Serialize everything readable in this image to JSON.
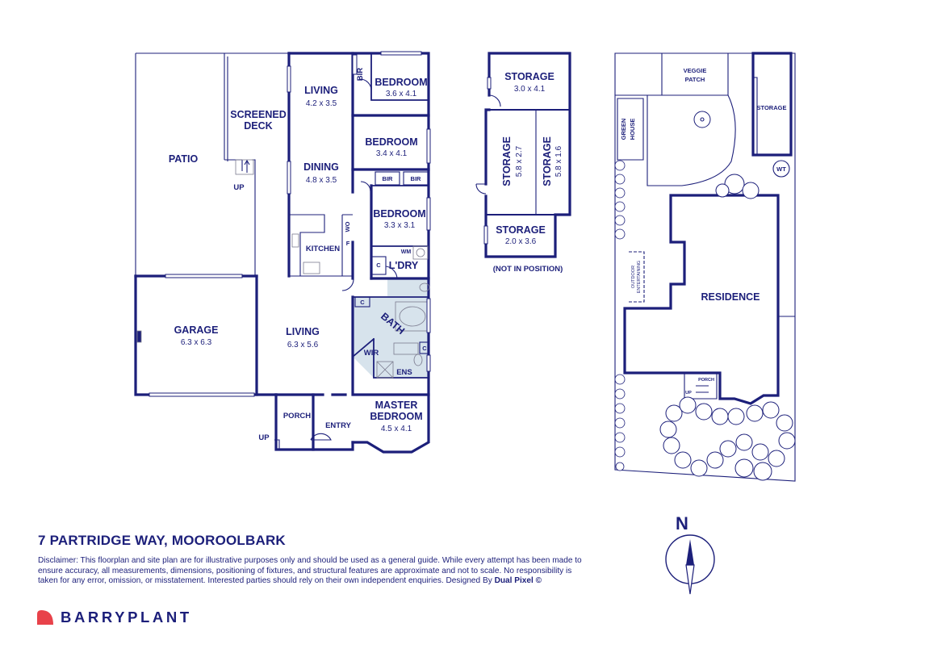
{
  "floorplan": {
    "rooms": {
      "patio": {
        "name": "PATIO"
      },
      "screened_deck": {
        "line1": "SCREENED",
        "line2": "DECK"
      },
      "living_upper": {
        "name": "LIVING",
        "size": "4.2 x 3.5"
      },
      "dining": {
        "name": "DINING",
        "size": "4.8 x 3.5"
      },
      "kitchen": {
        "name": "KITCHEN"
      },
      "bedroom_1": {
        "name": "BEDROOM",
        "size": "3.6 x 4.1"
      },
      "bedroom_2": {
        "name": "BEDROOM",
        "size": "3.4 x 4.1"
      },
      "bedroom_3": {
        "name": "BEDROOM",
        "size": "3.3 x 3.1"
      },
      "laundry": {
        "name": "L'DRY"
      },
      "bath": {
        "name": "BATH"
      },
      "ensuite": {
        "name": "ENS"
      },
      "wir": {
        "name": "WIR"
      },
      "garage": {
        "name": "GARAGE",
        "size": "6.3 x 6.3"
      },
      "living_lower": {
        "name": "LIVING",
        "size": "6.3 x 5.6"
      },
      "master_bedroom": {
        "line1": "MASTER",
        "line2": "BEDROOM",
        "size": "4.5 x 4.1"
      },
      "porch": {
        "name": "PORCH"
      },
      "entry": {
        "name": "ENTRY"
      }
    },
    "small_labels": {
      "bir_top": "BIR",
      "bir_left": "BIR",
      "bir_right": "BIR",
      "wo": "WO",
      "fridge": "F",
      "wm": "WM",
      "c_laundry": "C",
      "c_bath": "C",
      "c_ensuite": "C",
      "up_deck": "UP",
      "up_porch": "UP"
    }
  },
  "storage_plan": {
    "storage_top": {
      "name": "STORAGE",
      "size": "3.0 x 4.1"
    },
    "storage_mid_left": {
      "name": "STORAGE",
      "size": "5.8 x 2.7"
    },
    "storage_mid_right": {
      "name": "STORAGE",
      "size": "5.8 x 1.6"
    },
    "storage_bottom": {
      "name": "STORAGE",
      "size": "2.0 x 3.6"
    },
    "note": "(NOT IN POSITION)"
  },
  "site_plan": {
    "veggie_line1": "VEGGIE",
    "veggie_line2": "PATCH",
    "green_line1": "GREEN",
    "green_line2": "HOUSE",
    "storage": "STORAGE",
    "wt": "WT",
    "residence": "RESIDENCE",
    "outdoor_line1": "OUTDOOR",
    "outdoor_line2": "ENTERTAINING",
    "porch": "PORCH",
    "up": "UP"
  },
  "compass": {
    "label": "N"
  },
  "address": "7 PARTRIDGE WAY, MOOROOLBARK",
  "disclaimer": {
    "text": "Disclaimer: This floorplan and site plan are for illustrative purposes only and should be used as a general guide. While every attempt has been made to ensure accuracy, all measurements, dimensions, positioning of fixtures, and structural features are approximate and not to scale. No responsibility is taken for any error, omission, or misstatement. Interested parties should rely on their own independent enquiries. Designed By ",
    "designer": "Dual Pixel ©"
  },
  "brand": {
    "name": "BARRYPLANT",
    "logo_color": "#e8424a"
  },
  "colors": {
    "ink": "#1c1f7a",
    "wet_area": "#d7e3ec"
  }
}
